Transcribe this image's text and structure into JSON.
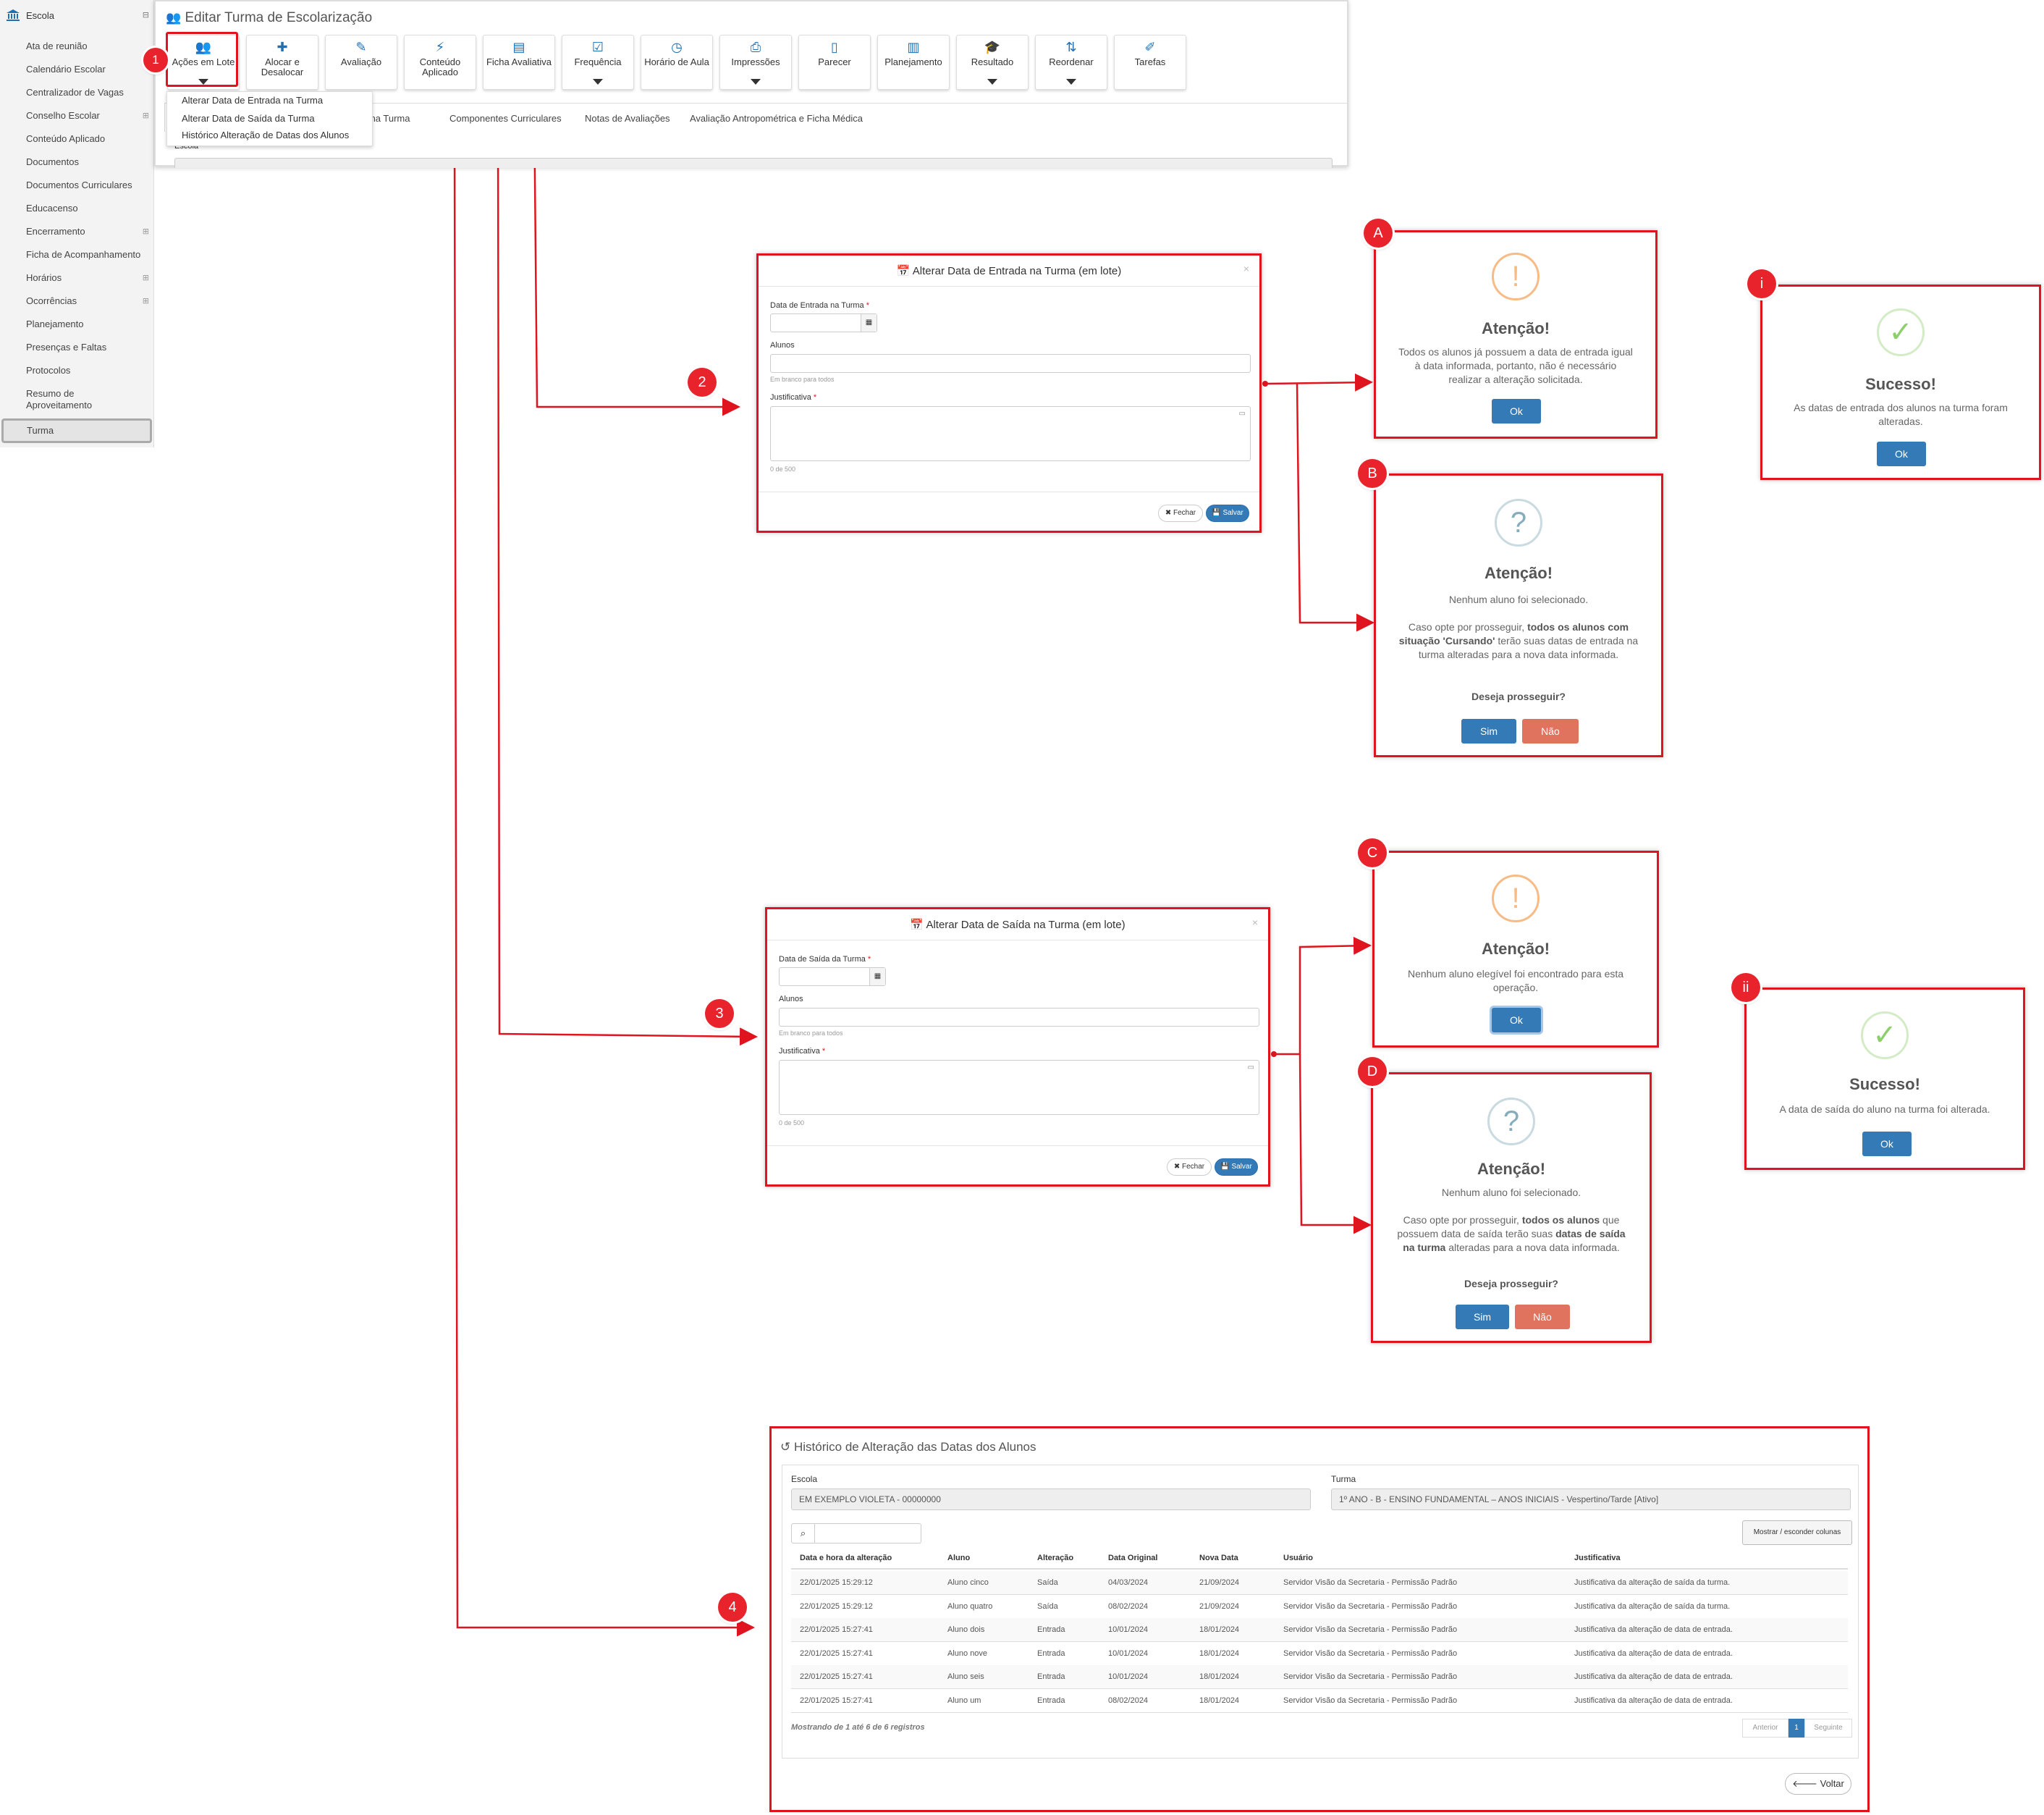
{
  "sidebar": {
    "header": "Escola",
    "items": [
      {
        "label": "Ata de reunião",
        "expand": false
      },
      {
        "label": "Calendário Escolar",
        "expand": false
      },
      {
        "label": "Centralizador de Vagas",
        "expand": false
      },
      {
        "label": "Conselho Escolar",
        "expand": true
      },
      {
        "label": "Conteúdo Aplicado",
        "expand": false
      },
      {
        "label": "Documentos",
        "expand": false
      },
      {
        "label": "Documentos Curriculares",
        "expand": false
      },
      {
        "label": "Educacenso",
        "expand": false
      },
      {
        "label": "Encerramento",
        "expand": true
      },
      {
        "label": "Ficha de Acompanhamento",
        "expand": false
      },
      {
        "label": "Horários",
        "expand": true
      },
      {
        "label": "Ocorrências",
        "expand": true
      },
      {
        "label": "Planejamento",
        "expand": false
      },
      {
        "label": "Presenças e Faltas",
        "expand": false
      },
      {
        "label": "Protocolos",
        "expand": false
      },
      {
        "label": "Resumo de Aproveitamento",
        "expand": false
      },
      {
        "label": "Turma",
        "expand": false
      }
    ]
  },
  "main": {
    "title": "Editar Turma de Escolarização",
    "toolbar": [
      {
        "label": "Ações em Lote",
        "icon": "users-icon",
        "caret": true
      },
      {
        "label": "Alocar e Desalocar",
        "icon": "puzzle-icon",
        "caret": false
      },
      {
        "label": "Avaliação",
        "icon": "edit-icon",
        "caret": false
      },
      {
        "label": "Conteúdo Aplicado",
        "icon": "magic-wand-icon",
        "caret": false
      },
      {
        "label": "Ficha Avaliativa",
        "icon": "calendar-list-icon",
        "caret": false
      },
      {
        "label": "Frequência",
        "icon": "check-square-icon",
        "caret": true
      },
      {
        "label": "Horário de Aula",
        "icon": "clock-icon",
        "caret": false
      },
      {
        "label": "Impressões",
        "icon": "printer-icon",
        "caret": true
      },
      {
        "label": "Parecer",
        "icon": "file-icon",
        "caret": false
      },
      {
        "label": "Planejamento",
        "icon": "book-icon",
        "caret": false
      },
      {
        "label": "Resultado",
        "icon": "graduation-cap-icon",
        "caret": true
      },
      {
        "label": "Reordenar",
        "icon": "sort-alpha-icon",
        "caret": true
      },
      {
        "label": "Tarefas",
        "icon": "pencil-icon",
        "caret": false
      }
    ],
    "dropdown": [
      "Alterar Data de Entrada na Turma",
      "Alterar Data de Saída da Turma",
      "Histórico Alteração de Datas dos Alunos"
    ],
    "tabs": [
      "nos na Turma",
      "Componentes Curriculares",
      "Notas de Avaliações",
      "Avaliação Antropométrica e Ficha Médica"
    ],
    "field_label": "Escola"
  },
  "badges": {
    "b1": "1",
    "b2": "2",
    "b3": "3",
    "b4": "4",
    "bA": "A",
    "bB": "B",
    "bC": "C",
    "bD": "D",
    "bi": "i",
    "bii": "ii"
  },
  "modal_entrada": {
    "title": "Alterar Data de Entrada na Turma (em lote)",
    "date_label": "Data de Entrada na Turma",
    "req": "*",
    "alunos_label": "Alunos",
    "alunos_hint": "Em branco para todos",
    "just_label": "Justificativa",
    "counter": "0 de 500",
    "btn_close": "Fechar",
    "btn_save": "Salvar"
  },
  "modal_saida": {
    "title": "Alterar Data de Saída na Turma (em lote)",
    "date_label": "Data de Saída da Turma",
    "req": "*",
    "alunos_label": "Alunos",
    "alunos_hint": "Em branco para todos",
    "just_label": "Justificativa",
    "counter": "0 de 500",
    "btn_close": "Fechar",
    "btn_save": "Salvar"
  },
  "alertA": {
    "icon": "!",
    "title": "Atenção!",
    "text": "Todos os alunos já possuem a data de entrada igual à data informada, portanto, não é necessário realizar a alteração solicitada.",
    "ok": "Ok"
  },
  "alertB": {
    "icon": "?",
    "title": "Atenção!",
    "text1": "Nenhum aluno foi selecionado.",
    "t2a": "Caso opte por prosseguir, ",
    "t2b": "todos os alunos com situação 'Cursando'",
    "t2c": " terão suas datas de entrada na turma alteradas para a nova data informada.",
    "question": "Deseja prosseguir?",
    "yes": "Sim",
    "no": "Não"
  },
  "alertC": {
    "icon": "!",
    "title": "Atenção!",
    "text": "Nenhum aluno elegível foi encontrado para esta operação.",
    "ok": "Ok"
  },
  "alertD": {
    "icon": "?",
    "title": "Atenção!",
    "text1": "Nenhum aluno foi selecionado.",
    "t2a": "Caso opte por prosseguir, ",
    "t2b": "todos os alunos",
    "t2c": " que possuem data de saída terão suas ",
    "t2d": "datas de saída na turma",
    "t2e": " alteradas para a nova data informada.",
    "question": "Deseja prosseguir?",
    "yes": "Sim",
    "no": "Não"
  },
  "success1": {
    "icon": "✓",
    "title": "Sucesso!",
    "text": "As datas de entrada dos alunos na turma foram alteradas.",
    "ok": "Ok"
  },
  "success2": {
    "icon": "✓",
    "title": "Sucesso!",
    "text": "A data de saída do aluno na turma foi alterada.",
    "ok": "Ok"
  },
  "history": {
    "title": "Histórico de Alteração das Datas dos Alunos",
    "escola_label": "Escola",
    "escola_value": "EM EXEMPLO VIOLETA - 00000000",
    "turma_label": "Turma",
    "turma_value": "1º ANO - B - ENSINO FUNDAMENTAL – ANOS INICIAIS - Vespertino/Tarde [Ativo]",
    "toggle_cols": "Mostrar / esconder colunas",
    "columns": [
      "Data e hora da alteração",
      "Aluno",
      "Alteração",
      "Data Original",
      "Nova Data",
      "Usuário",
      "Justificativa"
    ],
    "rows": [
      [
        "22/01/2025 15:29:12",
        "Aluno cinco",
        "Saída",
        "04/03/2024",
        "21/09/2024",
        "Servidor Visão da Secretaria - Permissão Padrão",
        "Justificativa da alteração de saída da turma."
      ],
      [
        "22/01/2025 15:29:12",
        "Aluno quatro",
        "Saída",
        "08/02/2024",
        "21/09/2024",
        "Servidor Visão da Secretaria - Permissão Padrão",
        "Justificativa da alteração de saída da turma."
      ],
      [
        "22/01/2025 15:27:41",
        "Aluno dois",
        "Entrada",
        "10/01/2024",
        "18/01/2024",
        "Servidor Visão da Secretaria - Permissão Padrão",
        "Justificativa da alteração de data de entrada."
      ],
      [
        "22/01/2025 15:27:41",
        "Aluno nove",
        "Entrada",
        "10/01/2024",
        "18/01/2024",
        "Servidor Visão da Secretaria - Permissão Padrão",
        "Justificativa da alteração de data de entrada."
      ],
      [
        "22/01/2025 15:27:41",
        "Aluno seis",
        "Entrada",
        "10/01/2024",
        "18/01/2024",
        "Servidor Visão da Secretaria - Permissão Padrão",
        "Justificativa da alteração de data de entrada."
      ],
      [
        "22/01/2025 15:27:41",
        "Aluno um",
        "Entrada",
        "08/02/2024",
        "18/01/2024",
        "Servidor Visão da Secretaria - Permissão Padrão",
        "Justificativa da alteração de data de entrada."
      ]
    ],
    "footer": "Mostrando de 1 até 6 de 6 registros",
    "prev": "Anterior",
    "page": "1",
    "next": "Seguinte",
    "back": "Voltar"
  }
}
